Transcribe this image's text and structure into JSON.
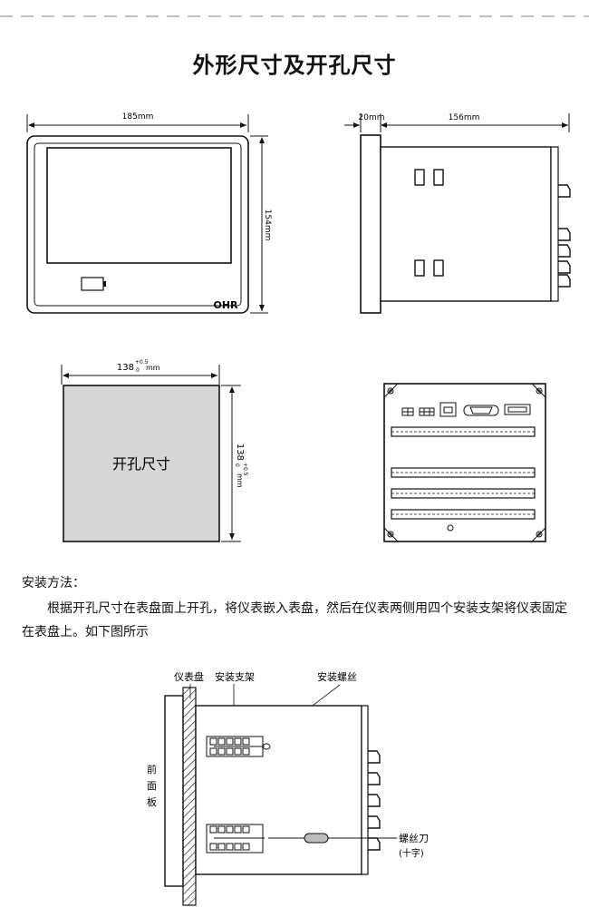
{
  "title": "外形尺寸及开孔尺寸",
  "front_view": {
    "width_label": "185mm",
    "height_label": "154mm",
    "logo": "OHR"
  },
  "side_view": {
    "front_depth_label": "20mm",
    "body_depth_label": "156mm"
  },
  "cutout": {
    "width_main": "138",
    "width_tol_upper": "+0.5",
    "width_tol_lower": "0",
    "width_unit": "mm",
    "height_main": "138",
    "height_tol_upper": "+0.5",
    "height_tol_lower": "0",
    "height_unit": "mm",
    "center_label": "开孔尺寸"
  },
  "installation": {
    "heading": "安装方法：",
    "text": "根据开孔尺寸在表盘面上开孔，将仪表嵌入表盘，然后在仪表两侧用四个安装支架将仪表固定在表盘上。如下图所示"
  },
  "install_diagram": {
    "panel_label": "仪表盘",
    "bracket_label": "安装支架",
    "screw_label": "安装螺丝",
    "front_panel_label": [
      "前",
      "面",
      "板"
    ],
    "screwdriver_label": "螺丝刀",
    "screwdriver_note": "(十字)"
  },
  "colors": {
    "cutout_fill": "#d6d6d6",
    "line": "#111111",
    "dash": "#9a9a9a"
  }
}
